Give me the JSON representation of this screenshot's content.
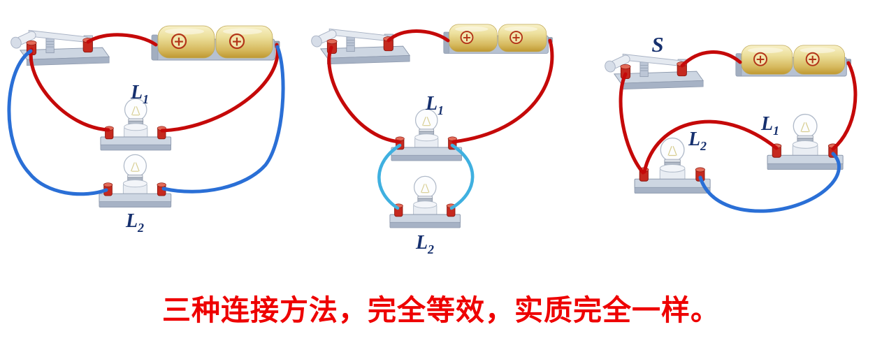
{
  "caption": {
    "text": "三种连接方法，完全等效，实质完全一样。"
  },
  "symbols": {
    "plus": "+"
  },
  "colors": {
    "wire_red": "#c50909",
    "wire_blue": "#2a6fd6",
    "wire_cyan": "#3fb0e0",
    "label_navy": "#16306e",
    "caption_red": "#ee0000",
    "battery_plus_red": "#b33418"
  },
  "circuits": [
    {
      "id": "circuit-1",
      "lamp1_base": "L",
      "lamp1_sub": "1",
      "lamp2_base": "L",
      "lamp2_sub": "2"
    },
    {
      "id": "circuit-2",
      "lamp1_base": "L",
      "lamp1_sub": "1",
      "lamp2_base": "L",
      "lamp2_sub": "2"
    },
    {
      "id": "circuit-3",
      "switch_label": "S",
      "lamp1_base": "L",
      "lamp1_sub": "1",
      "lamp2_base": "L",
      "lamp2_sub": "2"
    }
  ]
}
